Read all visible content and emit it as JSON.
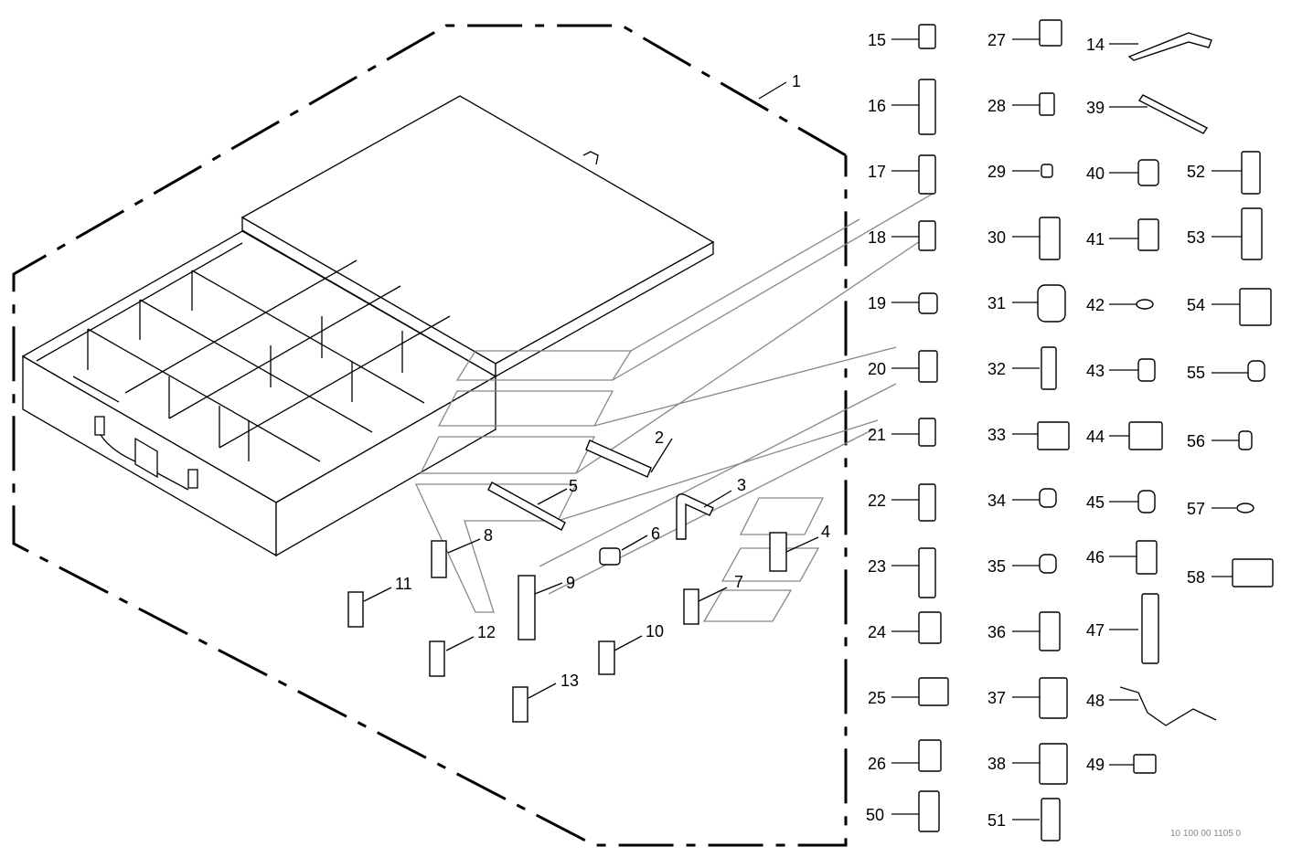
{
  "diagram": {
    "callouts": [
      "1",
      "2",
      "3",
      "4",
      "5",
      "6",
      "7",
      "8",
      "9",
      "10",
      "11",
      "12",
      "13",
      "14",
      "15",
      "16",
      "17",
      "18",
      "19",
      "20",
      "21",
      "22",
      "23",
      "24",
      "25",
      "26",
      "27",
      "28",
      "29",
      "30",
      "31",
      "32",
      "33",
      "34",
      "35",
      "36",
      "37",
      "38",
      "39",
      "40",
      "41",
      "42",
      "43",
      "44",
      "45",
      "46",
      "47",
      "48",
      "49",
      "50",
      "51",
      "52",
      "53",
      "54",
      "55",
      "56",
      "57",
      "58"
    ],
    "drawing_number": "10 100 00 1105 0"
  }
}
